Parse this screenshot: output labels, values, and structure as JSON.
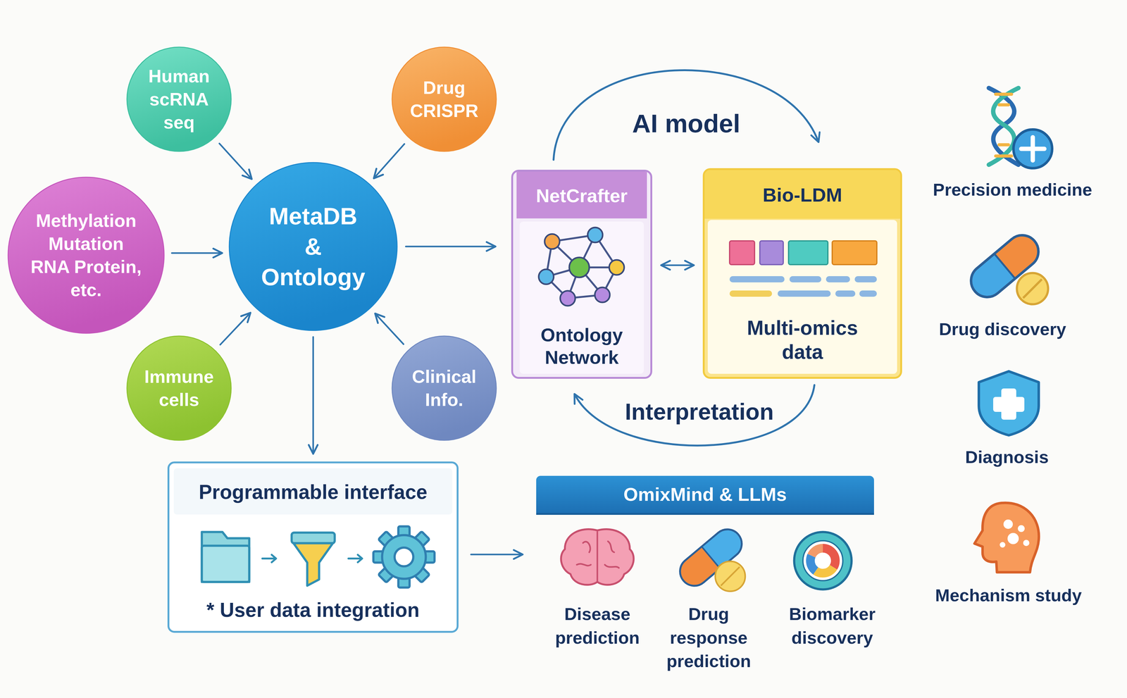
{
  "diagram": {
    "nodes": [
      {
        "text": [
          "Human scRNA seq"
        ]
      },
      {
        "text": [
          "Drug CRISPR"
        ]
      },
      {
        "text": [
          "Methylation Mutation RNA Protein, etc."
        ]
      },
      {
        "text": [
          "MetaDB & Ontology"
        ]
      },
      {
        "text": [
          "Immune cells"
        ]
      },
      {
        "text": [
          "Clinical Info."
        ]
      },
      {
        "text": [
          "Programmable interface",
          "* User data integration"
        ]
      },
      {
        "text": [
          "NetCrafter",
          "Ontology Network"
        ]
      },
      {
        "text": [
          "Bio-LDM",
          "Multi-omics data"
        ]
      },
      {
        "text": [
          "OmixMind & LLMs"
        ]
      }
    ],
    "edges": [
      {
        "from": 0,
        "to": 3,
        "arrow": "to"
      },
      {
        "from": 1,
        "to": 3,
        "arrow": "to"
      },
      {
        "from": 2,
        "to": 3,
        "arrow": "to"
      },
      {
        "from": 4,
        "to": 3,
        "arrow": "to"
      },
      {
        "from": 5,
        "to": 3,
        "arrow": "to"
      },
      {
        "from": 3,
        "to": 7,
        "arrow": "to"
      },
      {
        "from": 3,
        "to": 6,
        "arrow": "to"
      },
      {
        "from": 7,
        "to": 8,
        "label": "AI model",
        "arrow": "to"
      },
      {
        "from": 8,
        "to": 7,
        "label": "Interpretation",
        "arrow": "to"
      },
      {
        "from": 7,
        "to": 8,
        "arrow": "both"
      },
      {
        "from": 6,
        "to": 9,
        "arrow": "to"
      }
    ],
    "labels": [
      "Precision medicine",
      "Drug discovery",
      "Diagnosis",
      "Mechanism study",
      "Disease prediction",
      "Drug response prediction",
      "Biomarker discovery"
    ]
  }
}
